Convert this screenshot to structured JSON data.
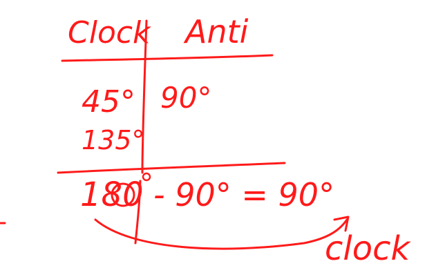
{
  "colors": {
    "ink": "#ff1a1a",
    "background": "#ffffff"
  },
  "table": {
    "headers": {
      "left": "Clock",
      "right": "Anti"
    },
    "left_column": [
      "45°",
      "135°"
    ],
    "right_column": [
      "90°"
    ]
  },
  "result": {
    "left_value": "180",
    "expression": "- 90° = 90°",
    "arrow_label": "clock"
  }
}
